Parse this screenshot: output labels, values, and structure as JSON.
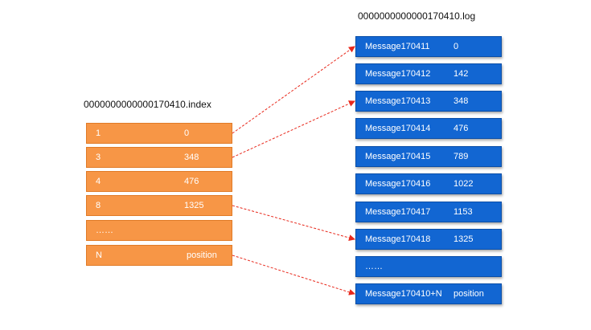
{
  "index_file": {
    "title": "0000000000000170410.index",
    "rows": [
      {
        "num": "1",
        "pos": "0"
      },
      {
        "num": "3",
        "pos": "348"
      },
      {
        "num": "4",
        "pos": "476"
      },
      {
        "num": "8",
        "pos": "1325"
      },
      {
        "num": "……",
        "pos": ""
      },
      {
        "num": "N",
        "pos": "position"
      }
    ]
  },
  "log_file": {
    "title": "0000000000000170410.log",
    "rows": [
      {
        "msg": "Message170411",
        "offset": "0"
      },
      {
        "msg": "Message170412",
        "offset": "142"
      },
      {
        "msg": "Message170413",
        "offset": "348"
      },
      {
        "msg": "Message170414",
        "offset": "476"
      },
      {
        "msg": "Message170415",
        "offset": "789"
      },
      {
        "msg": "Message170416",
        "offset": "1022"
      },
      {
        "msg": "Message170417",
        "offset": "1153"
      },
      {
        "msg": "Message170418",
        "offset": "1325"
      },
      {
        "msg": "……",
        "offset": ""
      },
      {
        "msg": "Message170410+N",
        "offset": "position"
      }
    ]
  },
  "colors": {
    "index_fill": "#f79646",
    "log_fill": "#1266d2",
    "arrow": "#e8291c"
  }
}
